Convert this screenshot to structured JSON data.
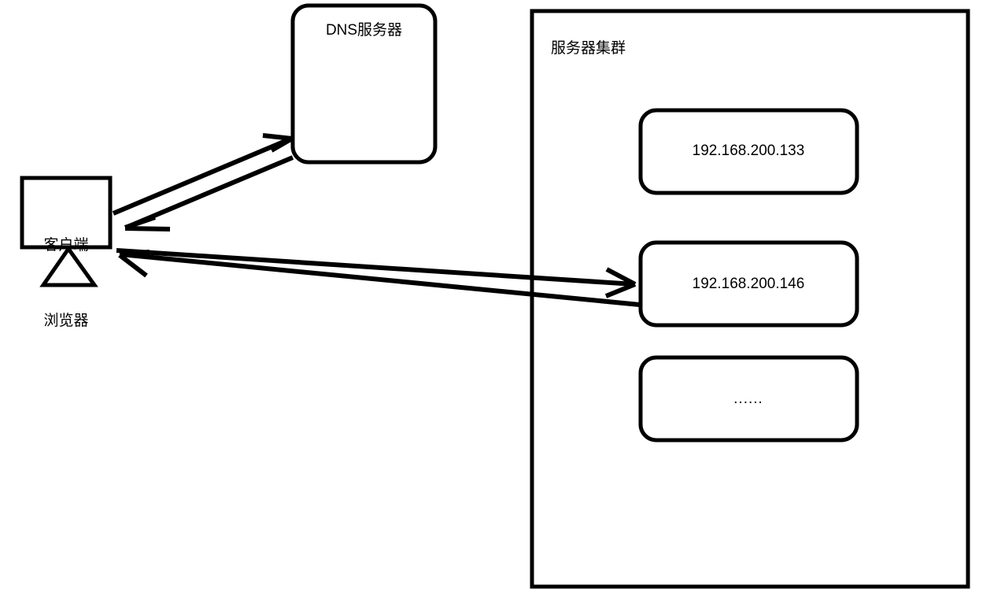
{
  "diagram": {
    "type": "network-flow-diagram",
    "background_color": "#ffffff",
    "stroke_color": "#000000",
    "text_color": "#000000",
    "nodes": {
      "dns_server": {
        "label": "DNS服务器",
        "shape": "rounded-rectangle"
      },
      "client": {
        "label_line1": "客户端",
        "label_line2": "浏览器",
        "shape": "monitor-with-stand"
      },
      "cluster": {
        "label": "服务器集群",
        "shape": "rectangle"
      }
    },
    "servers": [
      {
        "label": "192.168.200.133"
      },
      {
        "label": "192.168.200.146"
      },
      {
        "label": "......"
      }
    ],
    "arrows": [
      {
        "name": "client-to-dns",
        "from": "client",
        "to": "dns_server",
        "direction": "right-up"
      },
      {
        "name": "dns-to-client",
        "from": "dns_server",
        "to": "client",
        "direction": "left-down"
      },
      {
        "name": "client-to-server",
        "from": "client",
        "to": "server-192.168.200.146",
        "direction": "right"
      },
      {
        "name": "server-to-client",
        "from": "server-192.168.200.146",
        "to": "client",
        "direction": "left"
      }
    ]
  }
}
